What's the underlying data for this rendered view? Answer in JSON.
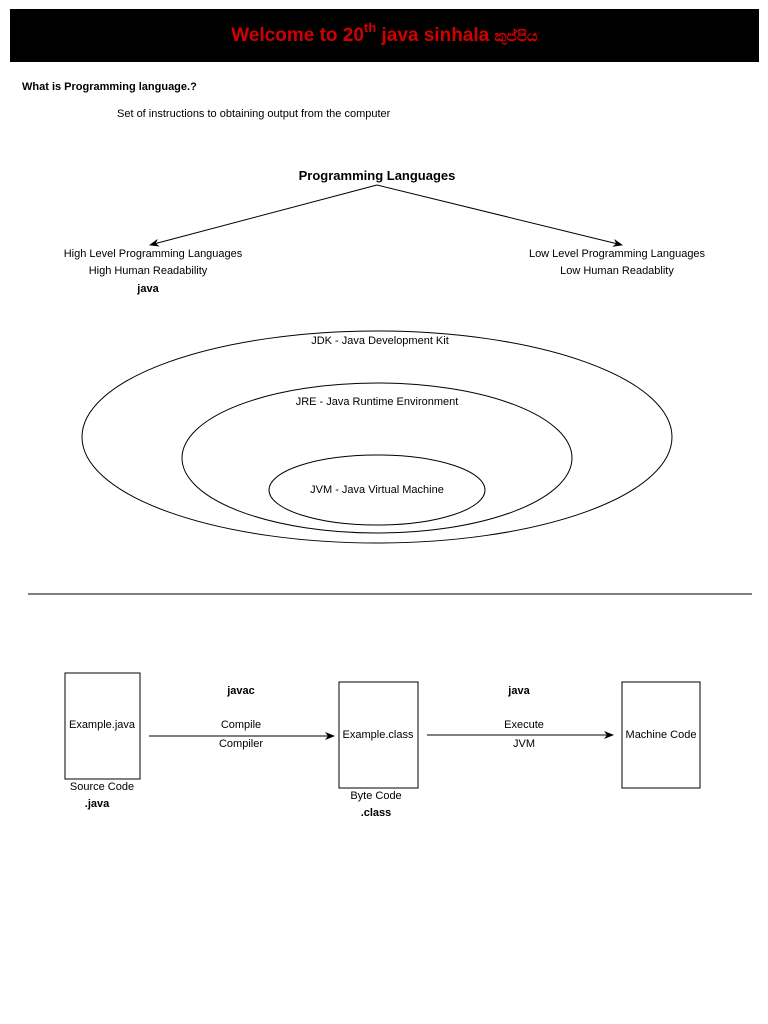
{
  "header": {
    "title_pre": "Welcome to 20",
    "title_sup": "th",
    "title_post": " java sinhala ",
    "title_sinhala": "කුප්පිය"
  },
  "definition": {
    "question": "What is Programming language.?",
    "answer": "Set of instructions to obtaining output from the computer"
  },
  "languages": {
    "root": "Programming Languages",
    "high": {
      "title": "High Level Programming Languages",
      "readability": "High Human Readability",
      "example": "java"
    },
    "low": {
      "title": "Low Level Programming Languages",
      "readability": "Low Human Readablity"
    }
  },
  "java_platform": {
    "jdk": "JDK - Java Development Kit",
    "jre": "JRE - Java Runtime Environment",
    "jvm": "JVM - Java Virtual Machine"
  },
  "compile_flow": {
    "source": {
      "box_label": "Example.java",
      "caption": "Source Code",
      "extension": ".java"
    },
    "compile_step": {
      "tool": "javac",
      "action": "Compile",
      "by": "Compiler"
    },
    "bytecode": {
      "box_label": "Example.class",
      "caption": "Byte Code",
      "extension": ".class"
    },
    "execute_step": {
      "tool": "java",
      "action": "Execute",
      "by": "JVM"
    },
    "machine": {
      "box_label": "Machine Code"
    }
  }
}
